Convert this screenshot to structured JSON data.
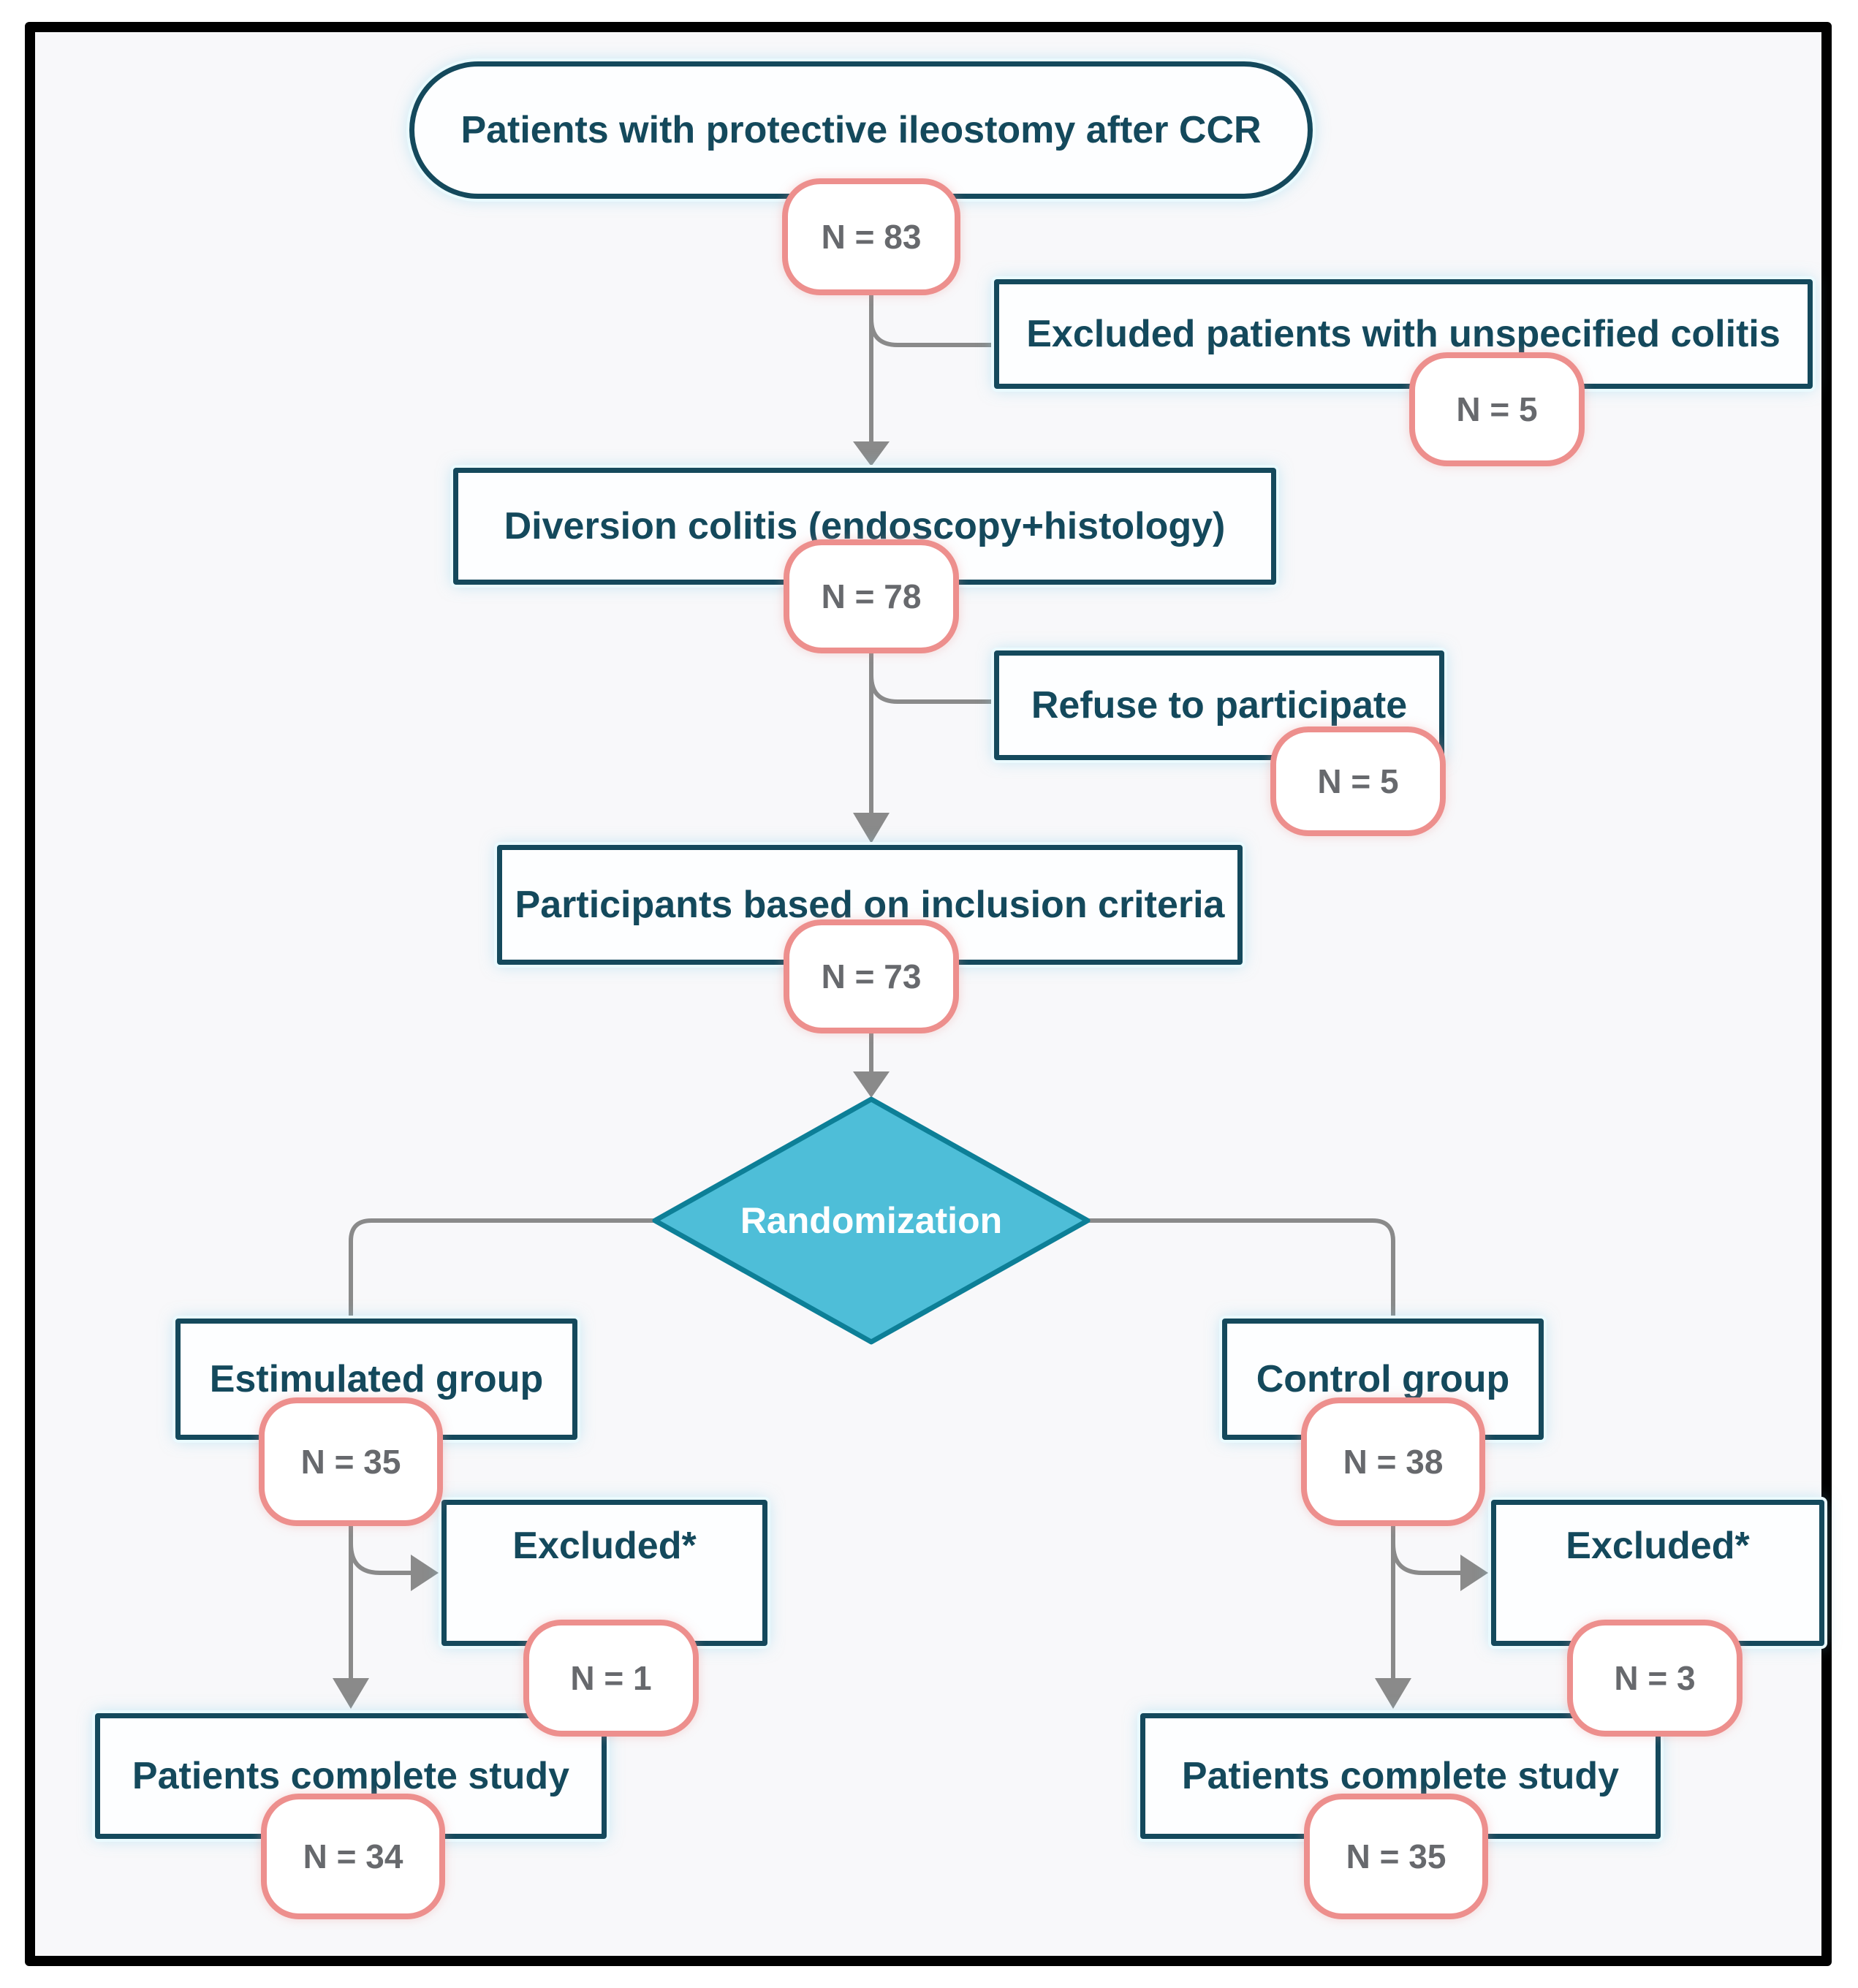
{
  "nodes": {
    "top": {
      "label": "Patients with protective ileostomy after CCR",
      "n": "N = 83"
    },
    "excluded_colitis": {
      "label": "Excluded patients with unspecified colitis",
      "n": "N = 5"
    },
    "diversion": {
      "label": "Diversion colitis (endoscopy+histology)",
      "n": "N = 78"
    },
    "refuse": {
      "label": "Refuse to participate",
      "n": "N = 5"
    },
    "participants": {
      "label": "Participants based on inclusion criteria",
      "n": "N = 73"
    },
    "randomization": {
      "label": "Randomization"
    },
    "estimulated": {
      "label": "Estimulated group",
      "n": "N = 35"
    },
    "control": {
      "label": "Control group",
      "n": "N = 38"
    },
    "excluded_left": {
      "label": "Excluded*",
      "n": "N = 1"
    },
    "excluded_right": {
      "label": "Excluded*",
      "n": "N = 3"
    },
    "complete_left": {
      "label": "Patients complete study",
      "n": "N = 34"
    },
    "complete_right": {
      "label": "Patients complete study",
      "n": "N = 35"
    }
  },
  "colors": {
    "box_border": "#14495c",
    "box_text": "#14495c",
    "badge_border": "#ed8f8d",
    "badge_text": "#67696d",
    "diamond_fill": "#4ebed8",
    "diamond_border": "#0d7f97",
    "diamond_text": "#ffffff",
    "connector": "#8a8a8a",
    "canvas_bg": "#f8f8fa",
    "frame": "#000000"
  }
}
